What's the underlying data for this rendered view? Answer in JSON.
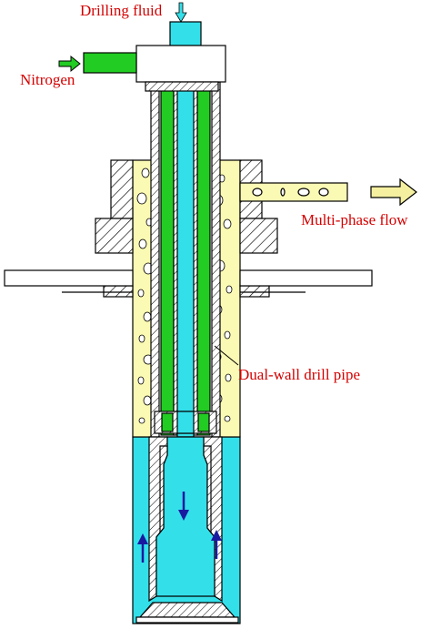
{
  "labels": {
    "drilling_fluid": "Drilling fluid",
    "nitrogen": "Nitrogen",
    "multiphase_flow": "Multi-phase flow",
    "dual_wall_pipe": "Dual-wall drill pipe"
  },
  "colors": {
    "drilling_fluid": "#33e0ea",
    "nitrogen": "#22cc22",
    "annulus_mix": "#fafab4",
    "label_text": "#d40000",
    "flow_arrow": "#1a1aa0",
    "outflow_arrow": "#f5f0a0",
    "steel": "#ffffff",
    "outline": "#000000"
  },
  "icons": {
    "inflow_arrow": "arrow-down-icon",
    "nitrogen_arrow": "arrow-right-icon",
    "outflow_arrow": "arrow-right-icon",
    "downhole_down": "arrow-down-icon",
    "downhole_up": "arrow-up-icon"
  }
}
